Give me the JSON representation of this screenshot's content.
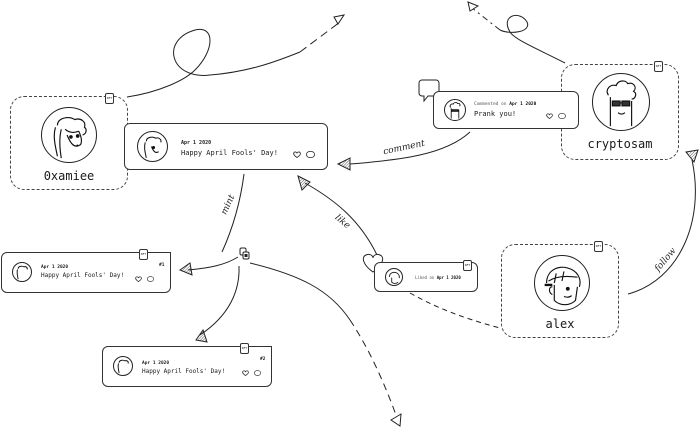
{
  "profiles": {
    "oxamiee": {
      "name": "0xamiee"
    },
    "cryptosam": {
      "name": "cryptosam"
    },
    "alex": {
      "name": "alex"
    }
  },
  "posts": {
    "main": {
      "date": "Apr 1 2020",
      "text": "Happy April Fools' Day!"
    },
    "comment": {
      "prefix": "Commented on",
      "date": "Apr 1 2020",
      "text": "Prank you!"
    },
    "like": {
      "prefix": "Liked on",
      "date": "Apr 1 2020"
    },
    "mint1": {
      "date": "Apr 1 2020",
      "text": "Happy April Fools' Day!",
      "edition": "#1"
    },
    "mint2": {
      "date": "Apr 1 2020",
      "text": "Happy April Fools' Day!",
      "edition": "#2"
    }
  },
  "edges": {
    "mint": "mint",
    "comment": "comment",
    "like": "like",
    "follow": "follow"
  },
  "icons": {
    "heart": "heart-icon",
    "comment": "comment-bubble-icon",
    "tag": "nft-tag-icon",
    "arrow": "arrowhead-icon"
  }
}
